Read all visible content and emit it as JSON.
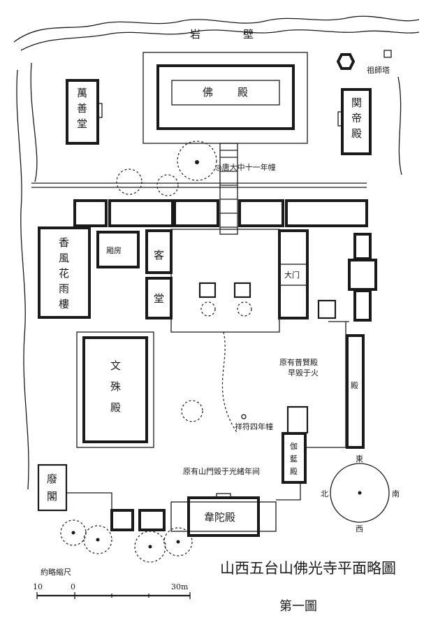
{
  "title": "山西五台山佛光寺平面略圖",
  "figure_number": "第一圖",
  "cliff_label": [
    "岩",
    "壁"
  ],
  "buildings": {
    "pagoda": "祖師塔",
    "main_hall": [
      "佛",
      "殿"
    ],
    "wanshan_hall": [
      "萬",
      "善",
      "堂"
    ],
    "guandi_hall": [
      "関",
      "帝",
      "殿"
    ],
    "side_room": "厢房",
    "xiangfeng_tower": [
      "香",
      "風",
      "花",
      "雨",
      "樓"
    ],
    "guest_hall": [
      "客",
      "堂"
    ],
    "gate": "大门",
    "wenshu_hall": [
      "文",
      "殊",
      "殿"
    ],
    "right_hall": "殿",
    "qielan_hall": [
      "伽",
      "藍",
      "殿"
    ],
    "abandoned_pavilion": [
      "廢",
      "閣"
    ],
    "weituo_hall": "韋陀殿"
  },
  "annotations": {
    "dazhong_pillar": "◎唐大中十一年幢",
    "puxian_note": [
      "原有普賢殿",
      "早毀于火"
    ],
    "xiangfu_pillar": "祥符四年幢",
    "shanmen_note": "原有山門毀于光緒年间"
  },
  "compass": {
    "east": "東",
    "south": "南",
    "west": "西",
    "north": "北"
  },
  "scale": {
    "label": "約略縮尺",
    "ticks": [
      "10",
      "0",
      "30m"
    ]
  }
}
